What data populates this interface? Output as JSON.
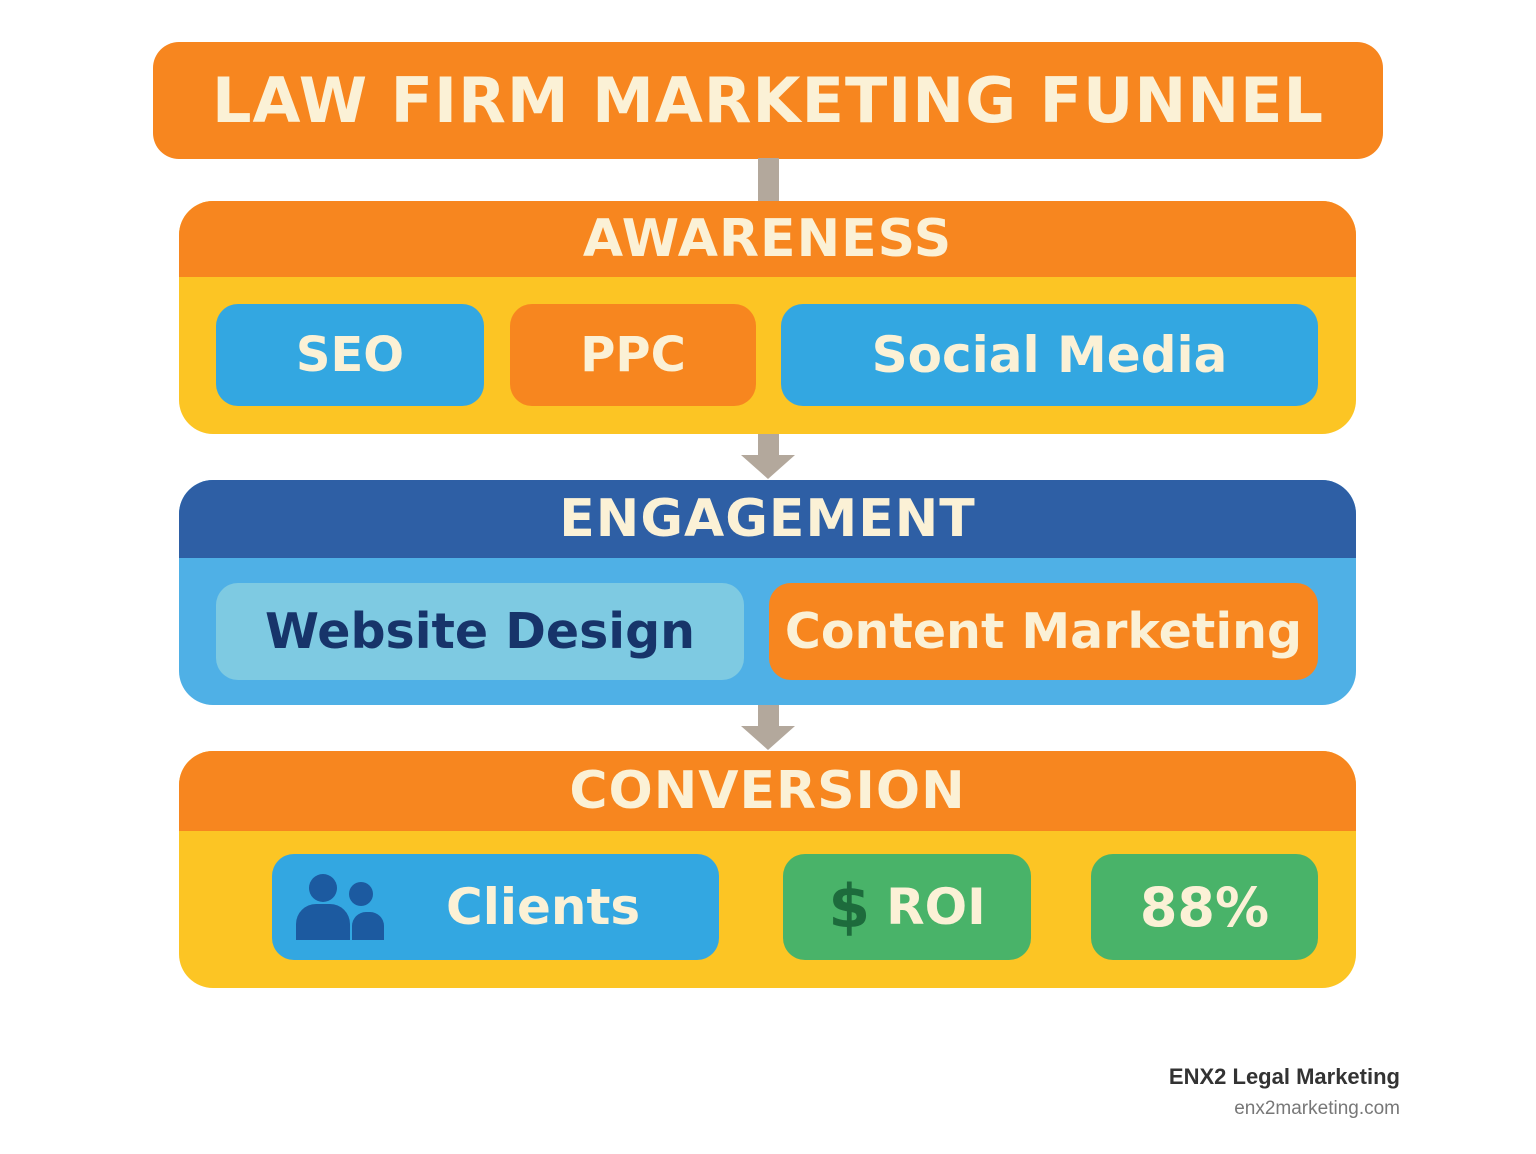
{
  "title": "LAW FIRM MARKETING FUNNEL",
  "stages": [
    {
      "name": "AWARENESS",
      "items": [
        "SEO",
        "PPC",
        "Social Media"
      ]
    },
    {
      "name": "ENGAGEMENT",
      "items": [
        "Website Design",
        "Content Marketing"
      ]
    },
    {
      "name": "CONVERSION",
      "items": [
        "Clients",
        "ROI",
        "88%"
      ],
      "icons": [
        "users-icon",
        "dollar-sign-icon"
      ]
    }
  ],
  "credit": {
    "name": "ENX2 Legal Marketing",
    "url": "enx2marketing.com"
  },
  "colors": {
    "orange": "#f7861f",
    "yellow": "#fcc524",
    "sky_blue": "#33a7e1",
    "navy": "#2e5fa5",
    "light_blue": "#4fb0e6",
    "pale_blue": "#7ecae2",
    "green": "#49b369",
    "text_cream": "#fbf1d6",
    "text_navy": "#17346a"
  }
}
